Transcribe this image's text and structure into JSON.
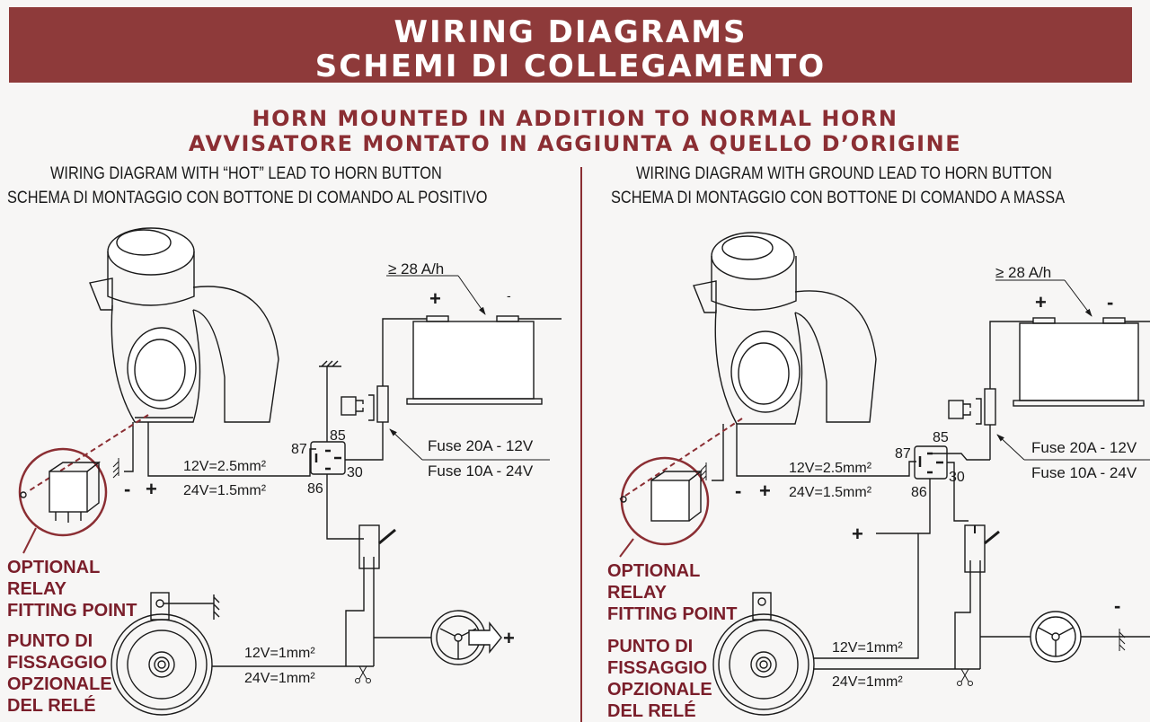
{
  "banner": {
    "title_en": "WIRING DIAGRAMS",
    "title_it": "SCHEMI DI COLLEGAMENTO"
  },
  "subtitle": {
    "en": "HORN MOUNTED IN ADDITION TO NORMAL HORN",
    "it": "AVVISATORE MONTATO IN AGGIUNTA A QUELLO D’ORIGINE"
  },
  "left_diagram": {
    "caption_en": "WIRING DIAGRAM WITH “HOT” LEAD TO HORN BUTTON",
    "caption_it": "SCHEMA DI MONTAGGIO CON BOTTONE DI COMANDO AL POSITIVO",
    "battery_rating": "≥ 28 A/h",
    "battery_plus": "+",
    "battery_minus": "-",
    "fuse_12v": "Fuse 20A - 12V",
    "fuse_24v": "Fuse 10A - 24V",
    "relay_pins": {
      "p85": "85",
      "p87": "87",
      "p30": "30",
      "p86": "86"
    },
    "wire_main_12v": "12V=2.5mm²",
    "wire_main_24v": "24V=1.5mm²",
    "horn_minus": "-",
    "horn_plus": "+",
    "wire_horn_12v": "12V=1mm²",
    "wire_horn_24v": "24V=1mm²",
    "steering_sign": "+",
    "note_en": [
      "OPTIONAL",
      "RELAY",
      "FITTING POINT"
    ],
    "note_it": [
      "PUNTO DI",
      "FISSAGGIO",
      "OPZIONALE",
      "DEL RELÉ"
    ]
  },
  "right_diagram": {
    "caption_en": "WIRING DIAGRAM WITH GROUND LEAD TO HORN BUTTON",
    "caption_it": "SCHEMA DI MONTAGGIO CON BOTTONE DI COMANDO A MASSA",
    "battery_rating": "≥ 28 A/h",
    "battery_plus": "+",
    "battery_minus": "-",
    "fuse_12v": "Fuse 20A - 12V",
    "fuse_24v": "Fuse 10A - 24V",
    "relay_pins": {
      "p85": "85",
      "p87": "87",
      "p30": "30",
      "p86": "86"
    },
    "wire_main_12v": "12V=2.5mm²",
    "wire_main_24v": "24V=1.5mm²",
    "horn_minus": "-",
    "horn_plus": "+",
    "feed_plus": "+",
    "wire_horn_12v": "12V=1mm²",
    "wire_horn_24v": "24V=1mm²",
    "steering_sign": "-",
    "note_en": [
      "OPTIONAL",
      "RELAY",
      "FITTING POINT"
    ],
    "note_it": [
      "PUNTO DI",
      "FISSAGGIO",
      "OPZIONALE",
      "DEL RELÉ"
    ]
  },
  "colors": {
    "brand_red": "#8e3a3a",
    "text_red": "#8b2e33",
    "ink": "#1a1a1a"
  }
}
